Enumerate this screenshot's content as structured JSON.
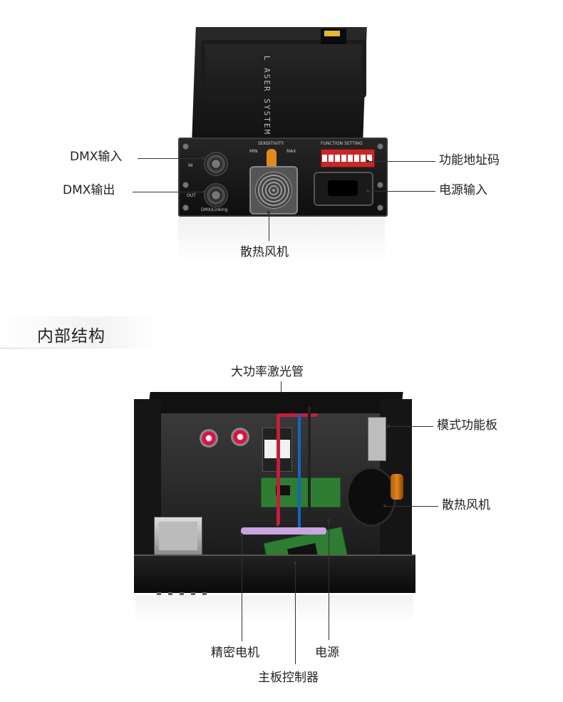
{
  "top_view": {
    "device": {
      "brand_text": "L  ASER  SYSTEM",
      "face_labels": {
        "sensitivity": "SENSITIVITY",
        "min": "MIN",
        "max": "MAX",
        "function_setting": "FUNCTION SETTING",
        "in": "IN",
        "out": "OUT",
        "dmx_linking": "DMX/Linking"
      }
    },
    "callouts": {
      "dmx_in": "DMX输入",
      "dmx_out": "DMX输出",
      "function_address": "功能地址码",
      "power_input": "电源输入",
      "cooling_fan": "散热风机"
    }
  },
  "section": {
    "title": "内部结构"
  },
  "bottom_view": {
    "callouts": {
      "laser_tube": "大功率激光管",
      "mode_board": "模式功能板",
      "cooling_fan": "散热风机",
      "precision_motor": "精密电机",
      "power_supply": "电源",
      "main_controller": "主板控制器"
    }
  },
  "colors": {
    "background": "#ffffff",
    "text": "#222222",
    "leader_line": "#333333",
    "device_body": "#111111",
    "knob_orange": "#e08b1a",
    "dip_red": "#c62828",
    "pcb_green": "#2e7d32"
  }
}
